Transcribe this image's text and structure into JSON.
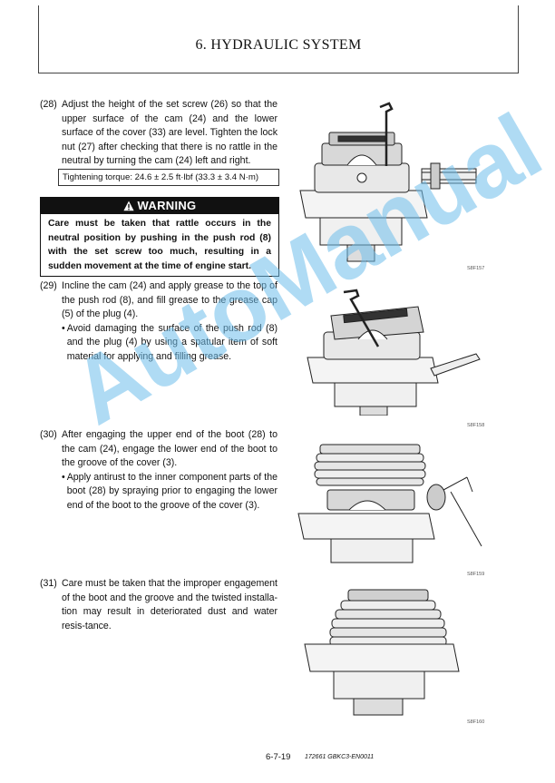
{
  "header": {
    "title": "6. HYDRAULIC SYSTEM"
  },
  "steps": [
    {
      "num": "(28)",
      "text": "Adjust the height of the set screw (26) so that the upper surface of the cam (24) and the lower surface of the cover (33) are level. Tighten the lock nut (27) after checking that there is no rattle in the neutral by turning the cam (24) left and right."
    },
    {
      "num": "(29)",
      "text": "Incline the cam (24) and apply grease to the top of the push rod (8), and fill grease to the grease cap (5) of the plug (4).",
      "bullet": "Avoid damaging the surface of the push rod (8) and the plug (4) by using a spatular item of soft material for applying and filling grease."
    },
    {
      "num": "(30)",
      "text": "After engaging the upper end of the boot (28) to the cam (24), engage the lower end of the boot to the groove of the cover (3).",
      "bullet": "Apply antirust to the inner component parts of the boot (28) by spraying prior to engaging the lower end of the boot to the groove of the cover (3)."
    },
    {
      "num": "(31)",
      "text": "Care must be taken that the improper engagement of the boot and the groove and the twisted installa-tion may result in deteriorated dust and water resis-tance."
    }
  ],
  "torque": "Tightening torque: 24.6 ± 2.5 ft·lbf (33.3 ± 3.4 N·m)",
  "warning": {
    "title": "WARNING",
    "text": "Care must be taken that rattle occurs in the neutral position by pushing in the push rod (8) with the set screw too much, resulting in a sudden movement at the time of engine start."
  },
  "figures": [
    {
      "caption": "S8F157"
    },
    {
      "caption": "S8F158"
    },
    {
      "caption": "S8F159"
    },
    {
      "caption": "S8F160"
    }
  ],
  "watermark": "AutoManual",
  "footer": {
    "page": "6-7-19",
    "code": "172661 GBKC3-EN0011"
  },
  "colors": {
    "watermark": "#6ebeeb",
    "warning_bg": "#111111"
  }
}
